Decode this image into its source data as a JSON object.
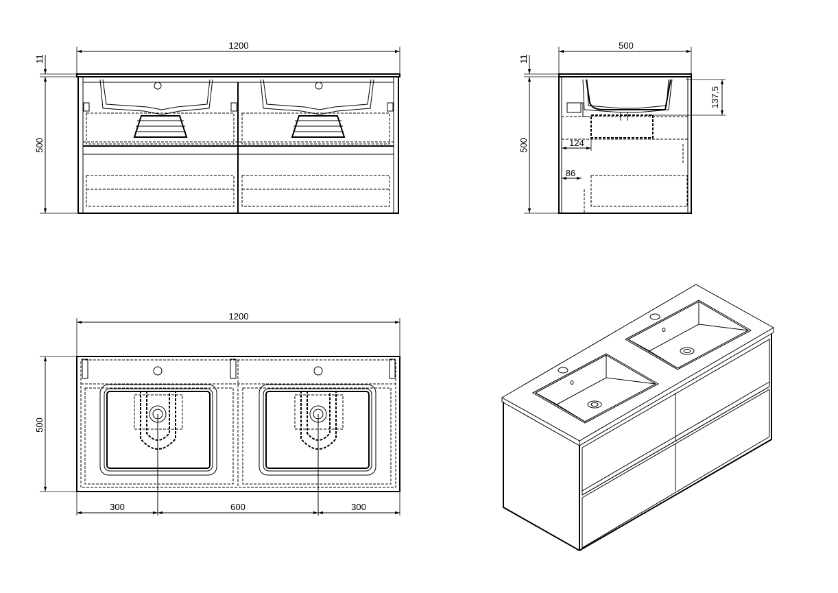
{
  "front_view": {
    "width_label": "1200",
    "height_label": "500",
    "top_label": "11"
  },
  "side_view": {
    "depth_label": "500",
    "height_label": "500",
    "top_label": "11",
    "basin_depth_label": "137,5",
    "drain_offset_label": "124",
    "back_offset_label": "86"
  },
  "top_view": {
    "width_label": "1200",
    "depth_label": "500",
    "left_label": "300",
    "middle_label": "600",
    "right_label": "300"
  }
}
